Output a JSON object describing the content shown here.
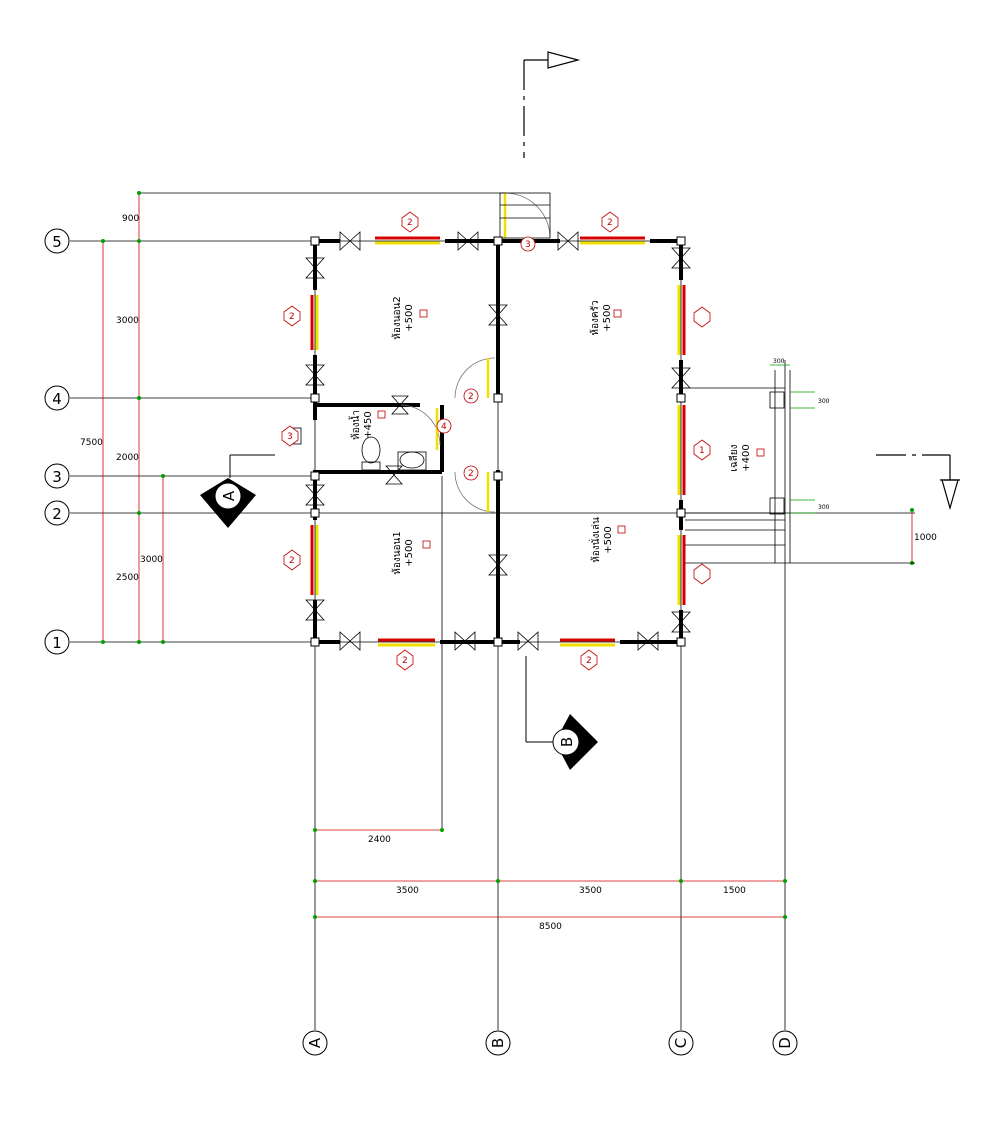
{
  "grid": {
    "rows": [
      "1",
      "2",
      "3",
      "4",
      "5"
    ],
    "cols": [
      "A",
      "B",
      "C",
      "D"
    ]
  },
  "dimensions": {
    "left_outer": "7500",
    "left": [
      "900",
      "3000",
      "2000",
      "2500"
    ],
    "left_inner": "3000",
    "bottom_partial": "2400",
    "bottom": [
      "3500",
      "3500",
      "1500"
    ],
    "bottom_total": "8500",
    "right": "1000",
    "porch": [
      "300",
      "300",
      "300"
    ]
  },
  "rooms": {
    "bedroom2": {
      "name": "ห้องนอน2",
      "level": "+500"
    },
    "kitchen": {
      "name": "ห้องครัว",
      "level": "+500"
    },
    "bathroom": {
      "name": "ห้องน้ำ",
      "level": "+450"
    },
    "bedroom1": {
      "name": "ห้องนอน1",
      "level": "+500"
    },
    "living": {
      "name": "ห้องนั่งเล่น",
      "level": "+500"
    },
    "porch": {
      "name": "เฉลียง",
      "level": "+400"
    }
  },
  "section_marks": {
    "a": "A",
    "b": "B"
  },
  "tags": {
    "t1": "1",
    "t2": "2",
    "t3": "3",
    "t4": "4"
  },
  "colors": {
    "wall": "#000000",
    "window_red": "#d40000",
    "window_yellow": "#f0e000",
    "dim_green": "#00a000",
    "dim_red": "#e00000"
  }
}
